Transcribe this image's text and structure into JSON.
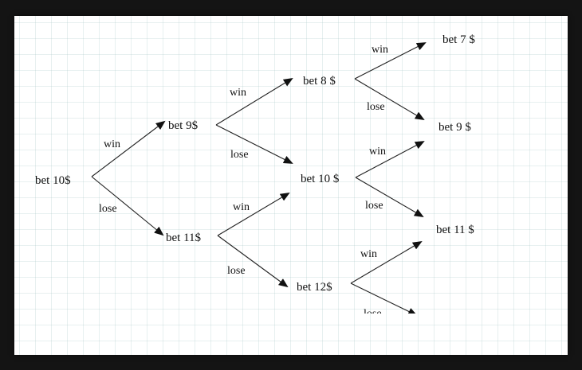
{
  "nodes": [
    {
      "id": "n10",
      "label": "bet 10$"
    },
    {
      "id": "n9",
      "label": "bet 9$"
    },
    {
      "id": "n11",
      "label": "bet 11$"
    },
    {
      "id": "n8",
      "label": "bet 8 $"
    },
    {
      "id": "n10b",
      "label": "bet 10 $"
    },
    {
      "id": "n12",
      "label": "bet 12$"
    },
    {
      "id": "n7",
      "label": "bet 7 $"
    },
    {
      "id": "n9b",
      "label": "bet 9 $"
    },
    {
      "id": "n11b",
      "label": "bet 11 $"
    }
  ],
  "edges": [
    {
      "id": "e1",
      "label": "win"
    },
    {
      "id": "e2",
      "label": "lose"
    },
    {
      "id": "e3",
      "label": "win"
    },
    {
      "id": "e4",
      "label": "lose"
    },
    {
      "id": "e5",
      "label": "win"
    },
    {
      "id": "e6",
      "label": "lose"
    },
    {
      "id": "e7",
      "label": "win"
    },
    {
      "id": "e8",
      "label": "lose"
    },
    {
      "id": "e9",
      "label": "win"
    },
    {
      "id": "e10",
      "label": "lose"
    },
    {
      "id": "e11",
      "label": "win"
    },
    {
      "id": "e12",
      "label": "lose"
    }
  ]
}
